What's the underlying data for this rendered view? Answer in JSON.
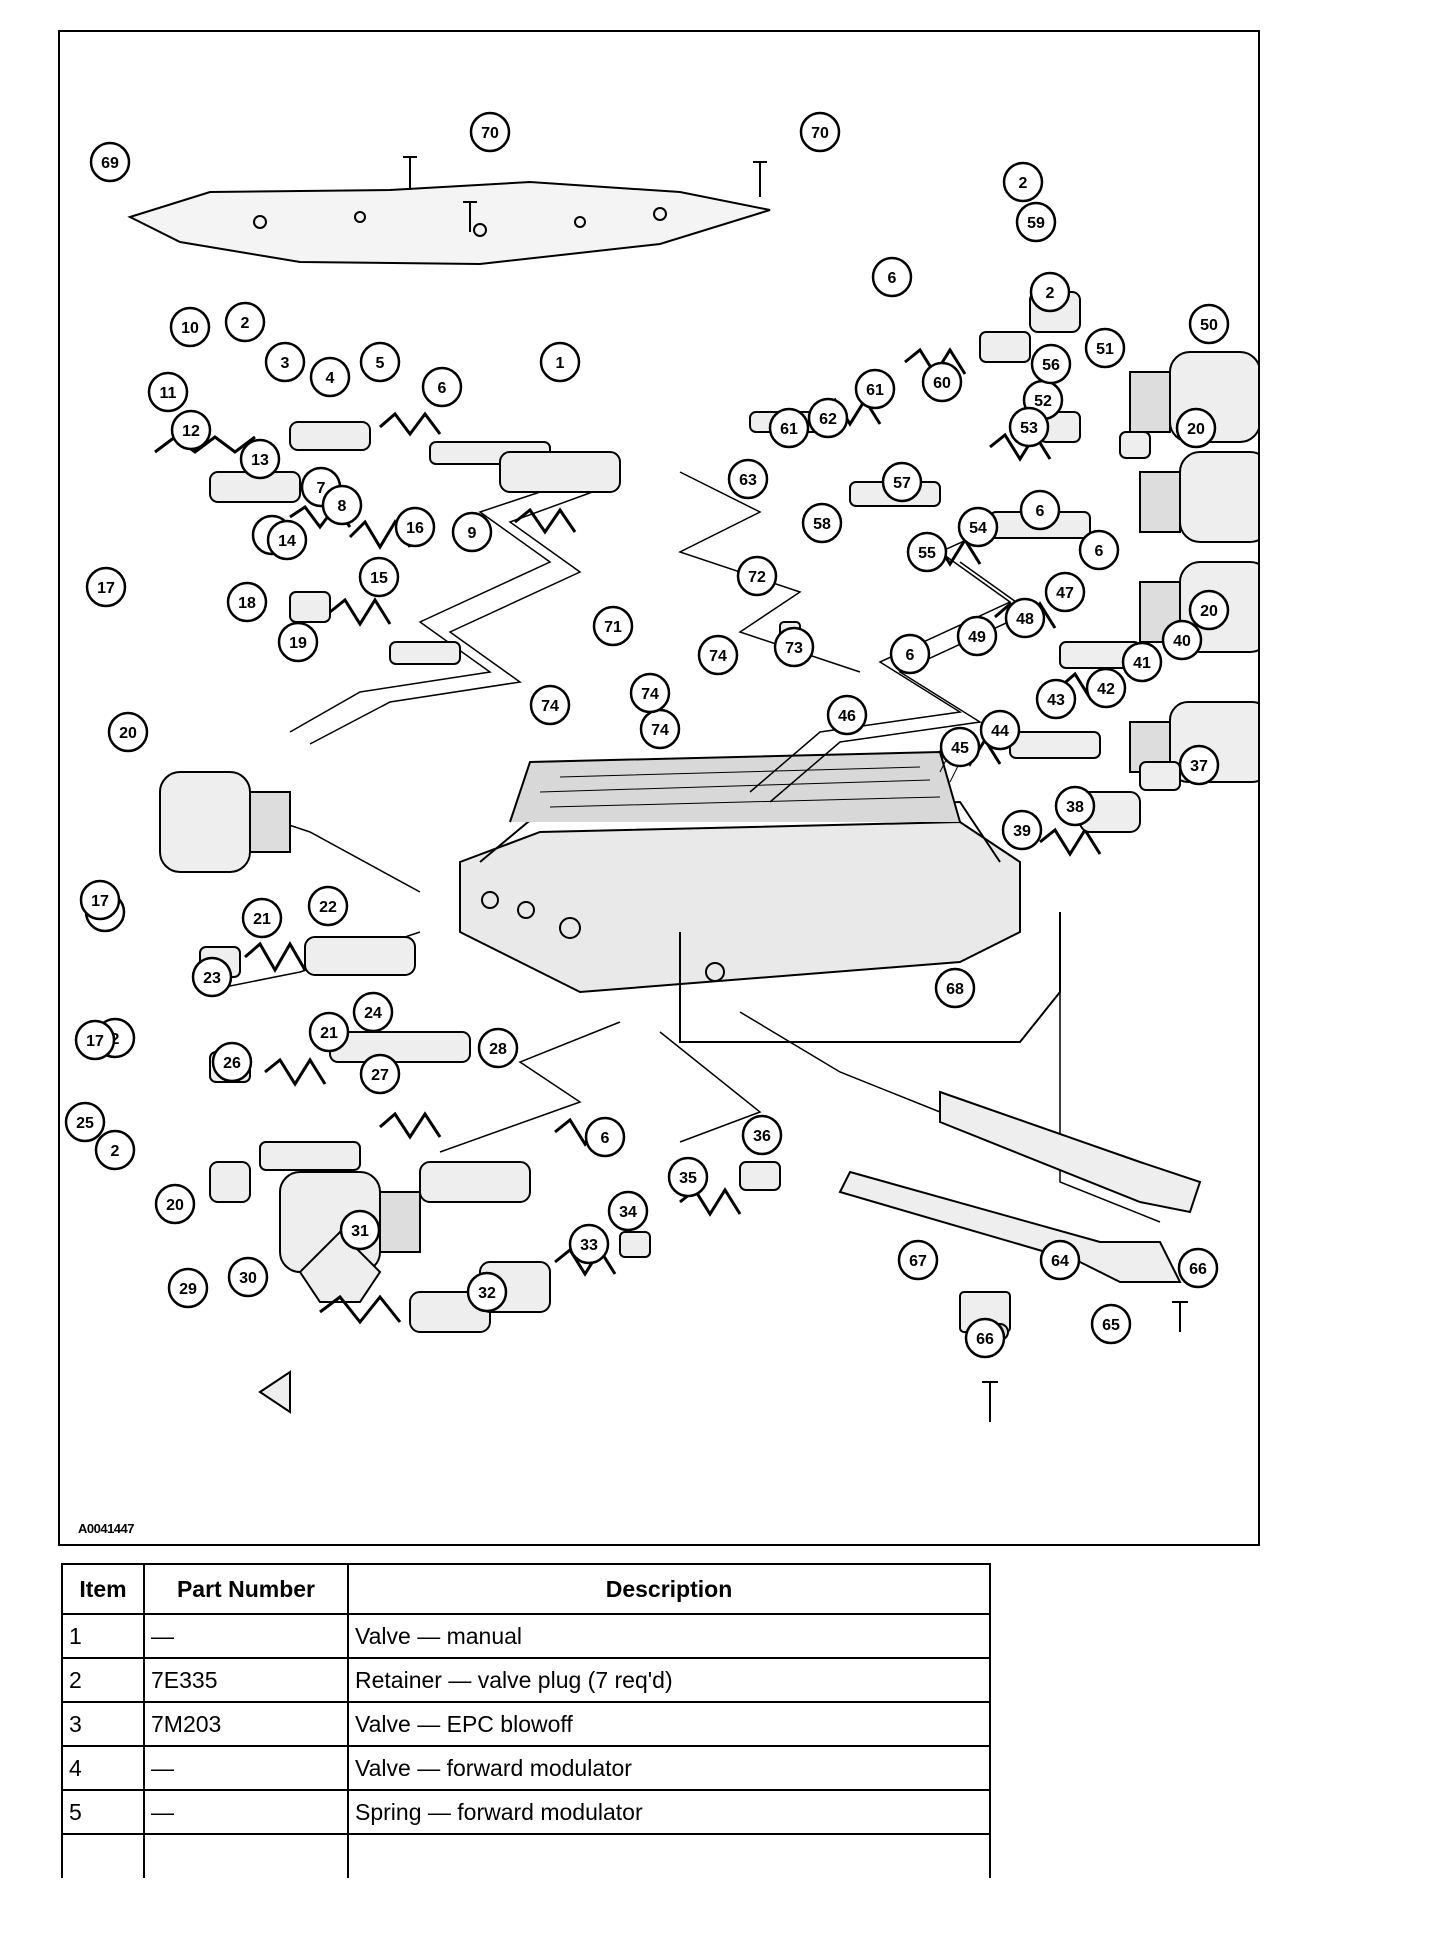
{
  "figure": {
    "id": "A0041447",
    "callouts": [
      "1",
      "2",
      "3",
      "4",
      "5",
      "6",
      "7",
      "8",
      "9",
      "10",
      "11",
      "12",
      "13",
      "14",
      "15",
      "16",
      "17",
      "18",
      "19",
      "20",
      "21",
      "22",
      "23",
      "24",
      "25",
      "26",
      "27",
      "28",
      "29",
      "30",
      "31",
      "32",
      "33",
      "34",
      "35",
      "36",
      "37",
      "38",
      "39",
      "40",
      "41",
      "42",
      "43",
      "44",
      "45",
      "46",
      "47",
      "48",
      "49",
      "50",
      "51",
      "52",
      "53",
      "54",
      "55",
      "56",
      "57",
      "58",
      "59",
      "60",
      "61",
      "62",
      "63",
      "64",
      "65",
      "66",
      "67",
      "68",
      "69",
      "70",
      "71",
      "72",
      "73",
      "74"
    ]
  },
  "table": {
    "headers": [
      "Item",
      "Part Number",
      "Description"
    ],
    "rows": [
      {
        "item": "1",
        "part_number": "—",
        "description": "Valve — manual"
      },
      {
        "item": "2",
        "part_number": "7E335",
        "description": "Retainer — valve plug (7 req'd)"
      },
      {
        "item": "3",
        "part_number": "7M203",
        "description": "Valve — EPC blowoff"
      },
      {
        "item": "4",
        "part_number": "—",
        "description": "Valve — forward modulator"
      },
      {
        "item": "5",
        "part_number": "—",
        "description": "Spring — forward modulator"
      }
    ]
  }
}
